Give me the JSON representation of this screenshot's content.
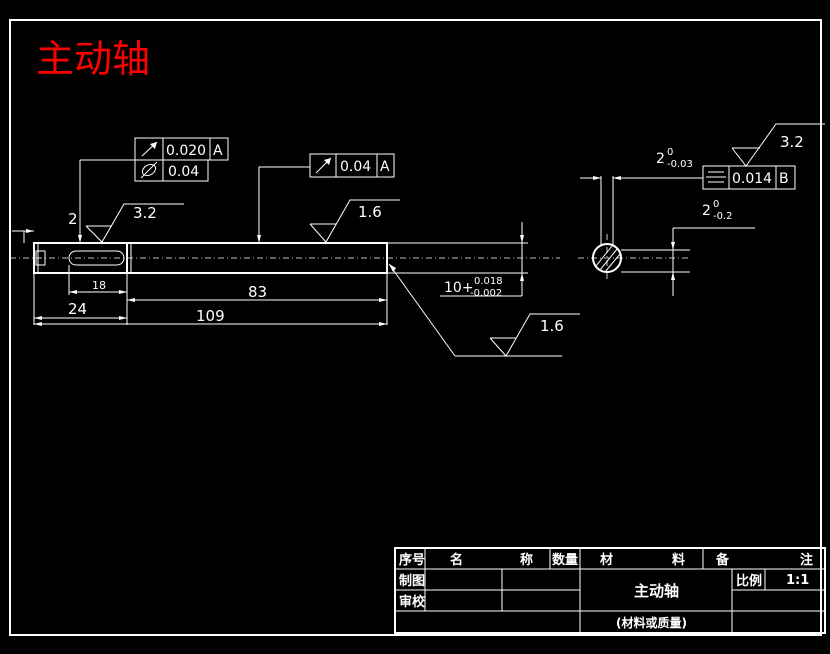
{
  "drawing_title": "主动轴",
  "tolerance_frames": {
    "runout_radial": {
      "value": "0.020",
      "datum": "A"
    },
    "cylindricity": {
      "value": "0.04"
    },
    "runout_right": {
      "value": "0.04",
      "datum": "A"
    },
    "symmetry": {
      "value": "0.014",
      "datum": "B"
    }
  },
  "surface_finish": {
    "left": "3.2",
    "middle": "1.6",
    "lower": "1.6",
    "section": "3.2"
  },
  "dimensions": {
    "shoulder_offset": "2",
    "key_length": "18",
    "left_section": "24",
    "mid_section": "83",
    "overall_length": "109",
    "diameter_base": "10+",
    "diameter_upper_tol": "0.018",
    "diameter_lower_tol": "-0.002",
    "key_width_base": "2",
    "key_width_upper": "0",
    "key_width_lower": "-0.03",
    "key_depth_base": "2",
    "key_depth_upper": "0",
    "key_depth_lower": "-0.2"
  },
  "title_block": {
    "header": {
      "seq": "序号",
      "name_a": "名",
      "name_b": "称",
      "qty": "数量",
      "mat_a": "材",
      "mat_b": "料",
      "note_a": "备",
      "note_b": "注"
    },
    "drawn_by": "制图",
    "checked_by": "审校",
    "part_name": "主动轴",
    "material_mass": "(材料或质量)",
    "scale_label": "比例",
    "scale_value": "1:1"
  },
  "colors": {
    "background": "#000000",
    "lines": "#ffffff",
    "title": "#ff0000"
  }
}
